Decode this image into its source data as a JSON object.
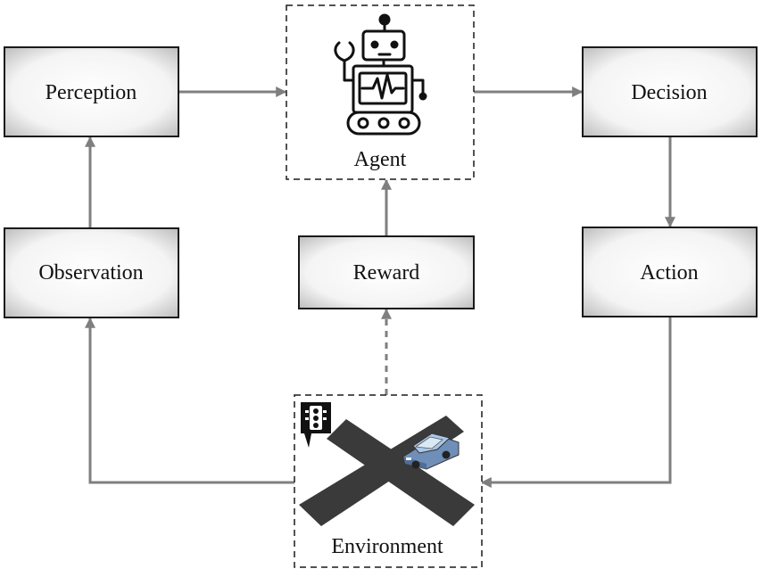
{
  "diagram": {
    "nodes": {
      "perception": "Perception",
      "agent": "Agent",
      "decision": "Decision",
      "observation": "Observation",
      "reward": "Reward",
      "action": "Action",
      "environment": "Environment"
    },
    "icons": {
      "agent": "robot-icon",
      "environment_signal": "traffic-light-icon",
      "environment_vehicle": "car-icon",
      "environment_scene": "road-intersection-icon"
    },
    "edges": [
      {
        "from": "perception",
        "to": "agent",
        "style": "solid"
      },
      {
        "from": "agent",
        "to": "decision",
        "style": "solid"
      },
      {
        "from": "decision",
        "to": "action",
        "style": "solid"
      },
      {
        "from": "action",
        "to": "environment",
        "style": "solid"
      },
      {
        "from": "environment",
        "to": "observation",
        "style": "solid"
      },
      {
        "from": "observation",
        "to": "perception",
        "style": "solid"
      },
      {
        "from": "environment",
        "to": "reward",
        "style": "dashed"
      },
      {
        "from": "reward",
        "to": "agent",
        "style": "solid"
      }
    ],
    "colors": {
      "arrow": "#7f7f7f",
      "box_border": "#1a1a1a",
      "road": "#3a3a3a",
      "car": "#8fb3d9"
    }
  }
}
